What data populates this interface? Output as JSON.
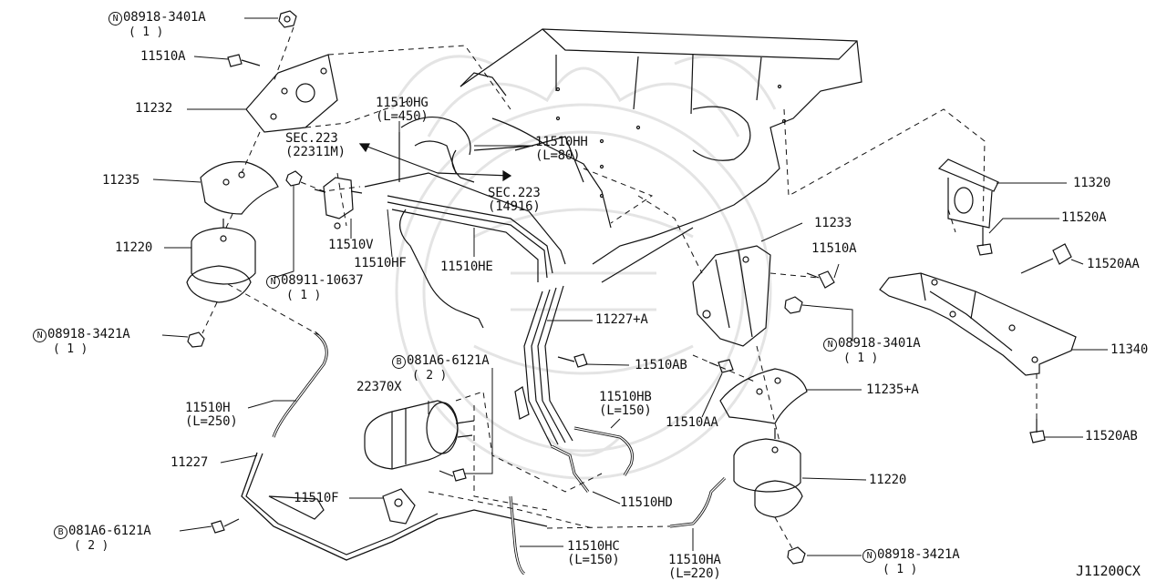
{
  "diagram_code": "J11200CX",
  "callouts": [
    {
      "id": "c1",
      "prefix": "N",
      "part": "08918-3401A",
      "qty": "( 1 )"
    },
    {
      "id": "c2",
      "part": "11510A"
    },
    {
      "id": "c3",
      "part": "11232"
    },
    {
      "id": "c4",
      "part": "11235"
    },
    {
      "id": "c5",
      "part": "11220"
    },
    {
      "id": "c6",
      "prefix": "N",
      "part": "08918-3421A",
      "qty": "( 1 )"
    },
    {
      "id": "c7",
      "part": "11510H",
      "qty": "(L=250)"
    },
    {
      "id": "c8",
      "part": "11227"
    },
    {
      "id": "c9",
      "prefix": "B",
      "part": "081A6-6121A",
      "qty": "( 2 )"
    },
    {
      "id": "c10",
      "part": "SEC.223",
      "qty": "(22311M)"
    },
    {
      "id": "c11",
      "part": "11510HG",
      "qty": "(L=450)"
    },
    {
      "id": "c12",
      "part": "11510HH",
      "qty": "(L=80)"
    },
    {
      "id": "c13",
      "part": "SEC.223",
      "qty": "(14916)"
    },
    {
      "id": "c14",
      "part": "11510V"
    },
    {
      "id": "c15",
      "part": "11510HF"
    },
    {
      "id": "c16",
      "part": "11510HE"
    },
    {
      "id": "c17",
      "prefix": "N",
      "part": "08911-10637",
      "qty": "( 1 )"
    },
    {
      "id": "c18",
      "part": "11227+A"
    },
    {
      "id": "c19",
      "prefix": "B",
      "part": "081A6-6121A",
      "qty": "( 2 )"
    },
    {
      "id": "c20",
      "part": "22370X"
    },
    {
      "id": "c21",
      "part": "11510AB"
    },
    {
      "id": "c22",
      "part": "11510HB",
      "qty": "(L=150)"
    },
    {
      "id": "c23",
      "part": "11510F"
    },
    {
      "id": "c24",
      "part": "11510HD"
    },
    {
      "id": "c25",
      "part": "11510HC",
      "qty": "(L=150)"
    },
    {
      "id": "c26",
      "part": "11510HA",
      "qty": "(L=220)"
    },
    {
      "id": "c27",
      "part": "11233"
    },
    {
      "id": "c28",
      "part": "11510A"
    },
    {
      "id": "c29",
      "prefix": "N",
      "part": "08918-3401A",
      "qty": "( 1 )"
    },
    {
      "id": "c30",
      "part": "11235+A"
    },
    {
      "id": "c31",
      "part": "11510AA"
    },
    {
      "id": "c32",
      "part": "11220"
    },
    {
      "id": "c33",
      "prefix": "N",
      "part": "08918-3421A",
      "qty": "( 1 )"
    },
    {
      "id": "c34",
      "part": "11320"
    },
    {
      "id": "c35",
      "part": "11520A"
    },
    {
      "id": "c36",
      "part": "11520AA"
    },
    {
      "id": "c37",
      "part": "11340"
    },
    {
      "id": "c38",
      "part": "11520AB"
    }
  ]
}
